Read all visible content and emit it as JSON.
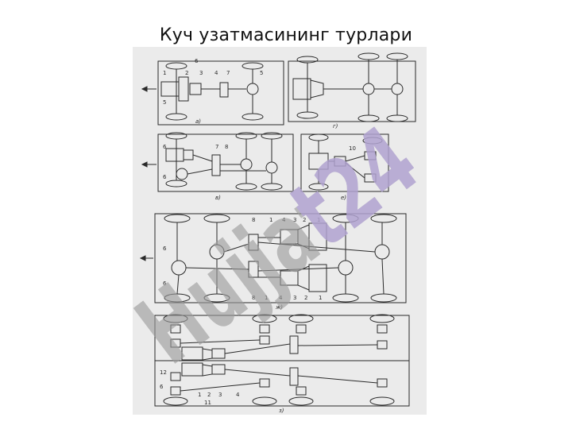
{
  "slide": {
    "title": "Куч узатмасининг турлари"
  },
  "figure": {
    "caption_a": "а)",
    "caption_b": "г)",
    "caption_c": "в)",
    "caption_d": "е)",
    "caption_e": "ж)",
    "caption_f": "з)",
    "labels": {
      "n1": "1",
      "n2": "2",
      "n3": "3",
      "n4": "4",
      "n5": "5",
      "n6": "6",
      "n7": "7",
      "n8": "8",
      "n10": "10",
      "n11": "11",
      "n12": "12"
    },
    "colors": {
      "background": "#ebebeb",
      "ink": "#2a2a2a"
    }
  },
  "watermark": {
    "text": "Hujjat24",
    "color_gray": "#9c9c9c",
    "color_purple": "#b9a6e6"
  }
}
